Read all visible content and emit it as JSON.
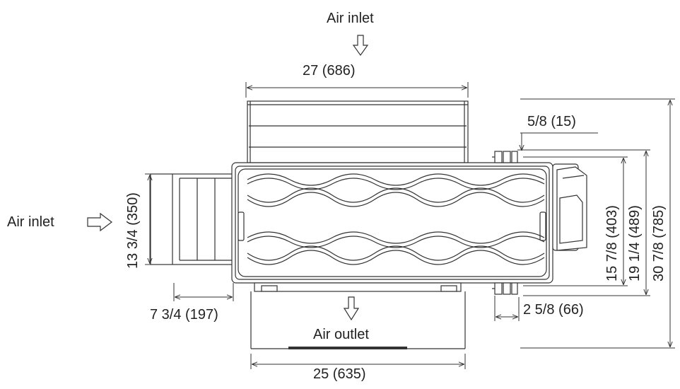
{
  "labels": {
    "air_inlet_top": "Air inlet",
    "air_inlet_left": "Air inlet",
    "air_outlet": "Air outlet"
  },
  "dimensions": {
    "top_width": "27 (686)",
    "bottom_width": "25 (635)",
    "left_height": "13 3/4 (350)",
    "left_depth": "7 3/4 (197)",
    "pipe_offset": "5/8 (15)",
    "pipe_gap": "2 5/8 (66)",
    "height_a": "15 7/8 (403)",
    "height_b": "19 1/4 (489)",
    "height_c": "30 7/8 (785)"
  },
  "colors": {
    "line": "#333333",
    "fill": "#ffffff"
  }
}
